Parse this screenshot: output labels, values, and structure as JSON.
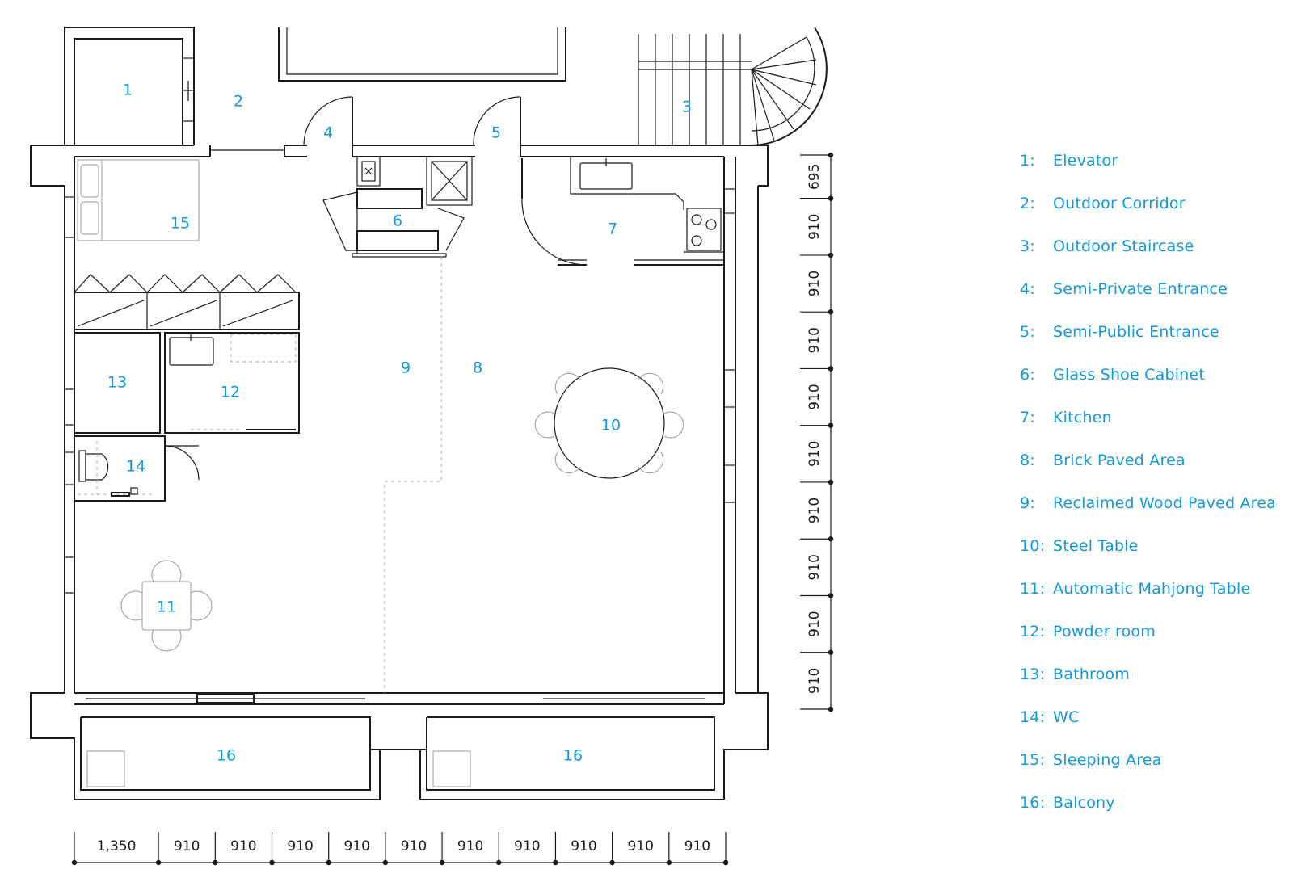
{
  "colors": {
    "accent": "#1199dd",
    "line": "#1a1a1a"
  },
  "rooms": [
    {
      "num": "1",
      "label": "Elevator"
    },
    {
      "num": "2",
      "label": "Outdoor Corridor"
    },
    {
      "num": "3",
      "label": "Outdoor Staircase"
    },
    {
      "num": "4",
      "label": "Semi-Private Entrance"
    },
    {
      "num": "5",
      "label": "Semi-Public Entrance"
    },
    {
      "num": "6",
      "label": "Glass Shoe Cabinet"
    },
    {
      "num": "7",
      "label": "Kitchen"
    },
    {
      "num": "8",
      "label": "Brick Paved Area"
    },
    {
      "num": "9",
      "label": "Reclaimed Wood Paved Area"
    },
    {
      "num": "10",
      "label": "Steel Table"
    },
    {
      "num": "11",
      "label": "Automatic Mahjong Table"
    },
    {
      "num": "12",
      "label": "Powder room"
    },
    {
      "num": "13",
      "label": "Bathroom"
    },
    {
      "num": "14",
      "label": "WC"
    },
    {
      "num": "15",
      "label": "Sleeping Area"
    },
    {
      "num": "16",
      "label": "Balcony"
    }
  ],
  "balcony_label_2": "16",
  "dimensions": {
    "horizontal": [
      "1,350",
      "910",
      "910",
      "910",
      "910",
      "910",
      "910",
      "910",
      "910",
      "910",
      "910"
    ],
    "vertical": [
      "695",
      "910",
      "910",
      "910",
      "910",
      "910",
      "910",
      "910",
      "910",
      "910"
    ]
  },
  "legend_sep": ":"
}
